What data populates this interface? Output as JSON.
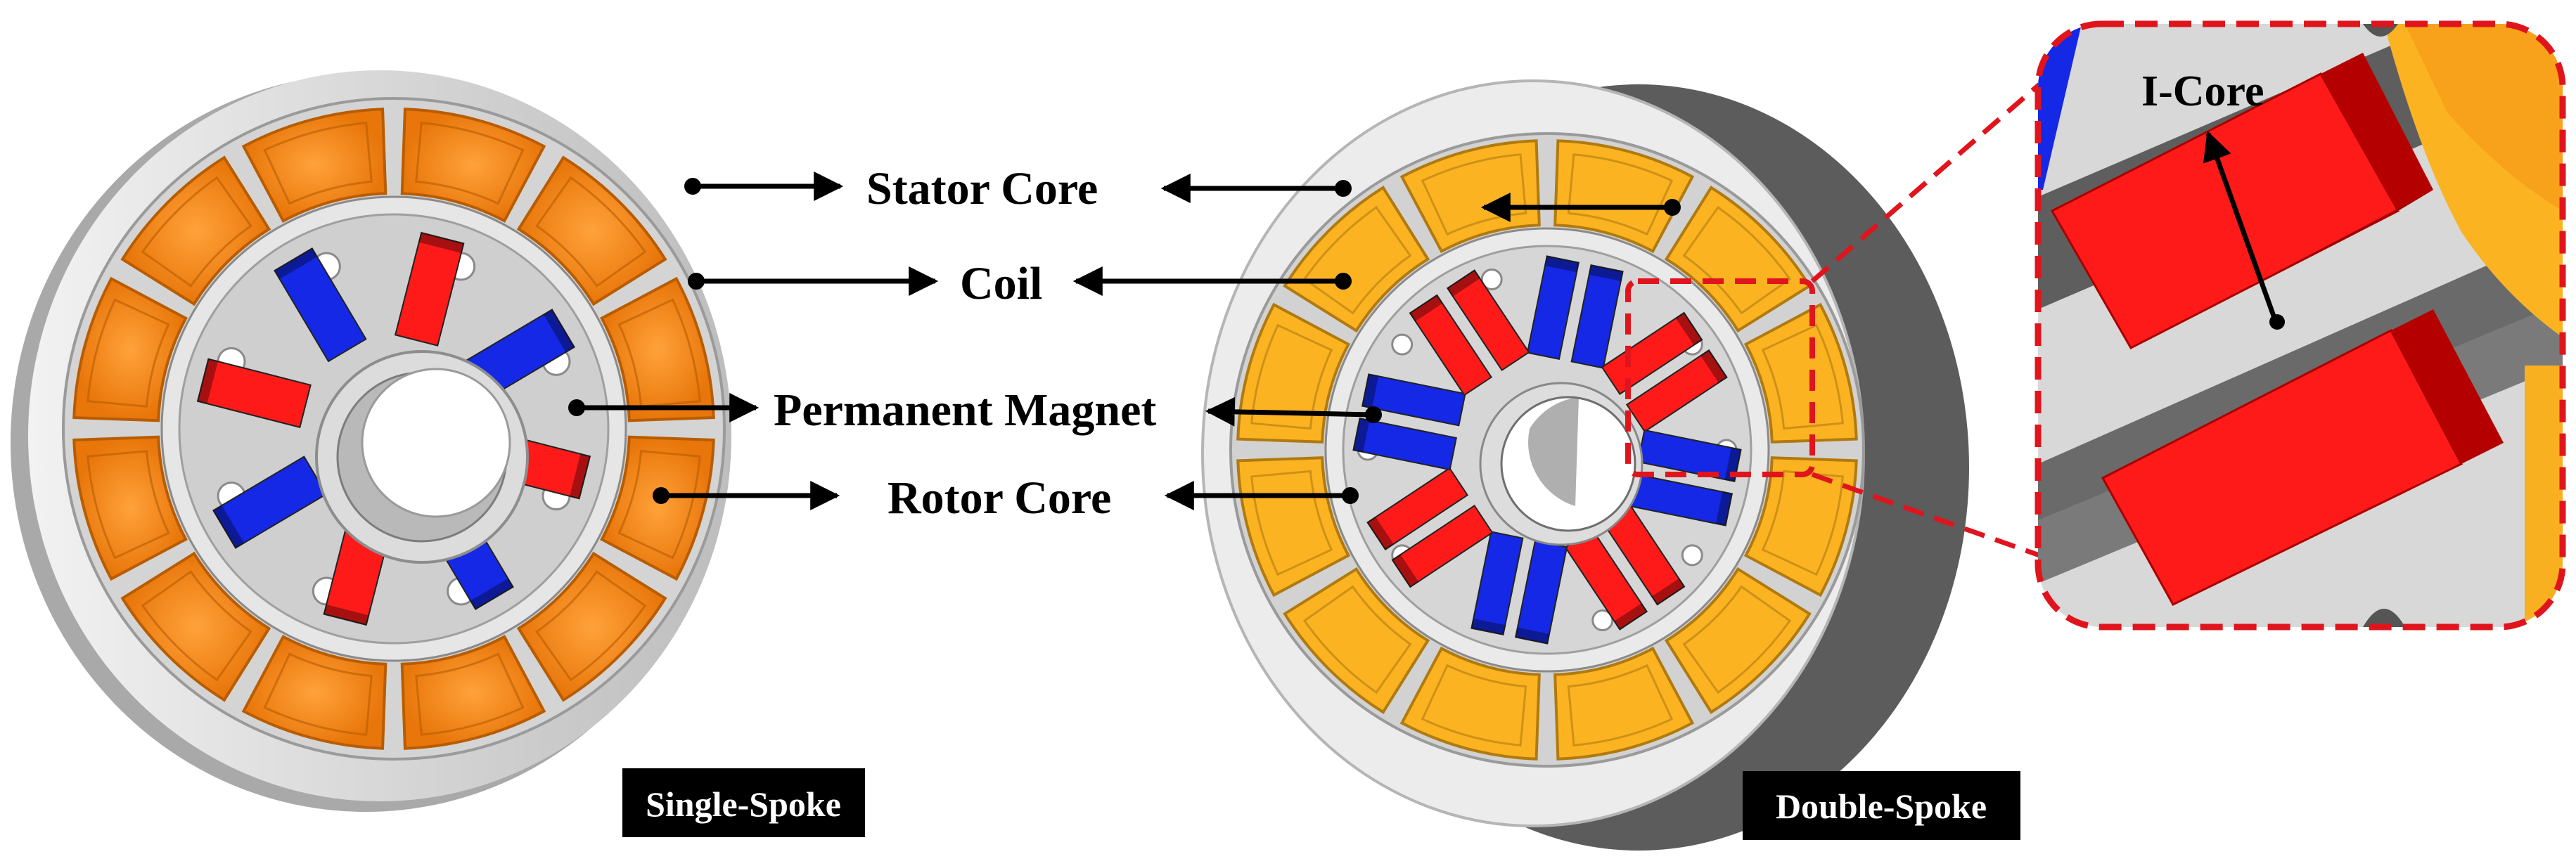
{
  "labels": {
    "stator_core": "Stator Core",
    "coil": "Coil",
    "permanent_magnet": "Permanent Magnet",
    "rotor_core": "Rotor Core",
    "i_core": "I-Core"
  },
  "tags": {
    "single_spoke": "Single-Spoke",
    "double_spoke": "Double-Spoke"
  },
  "colors": {
    "coil_left": "#f5830e",
    "coil_right": "#fbb321",
    "magnet_red": "#ff1a1a",
    "magnet_blue": "#1428e6",
    "core_gray": "#d9d9d9",
    "zoom_border": "#e0141c",
    "tag_bg": "#000000"
  }
}
